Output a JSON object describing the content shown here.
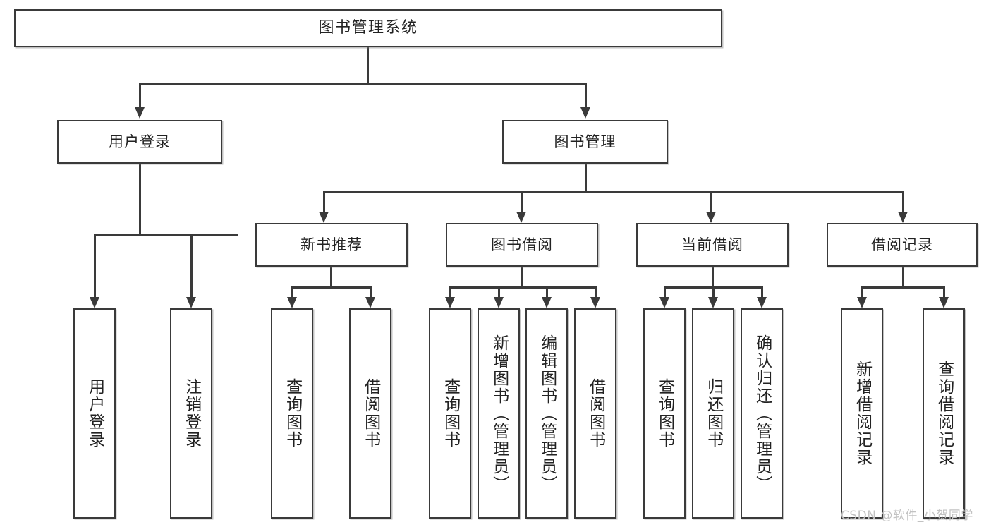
{
  "diagram": {
    "type": "tree-hierarchy",
    "title": "图书管理系统",
    "orientation": "top-down",
    "colors": {
      "stroke": "#3a3a3a",
      "fill": "#ffffff",
      "text": "#222222",
      "watermark": "#c2c2c2"
    }
  },
  "nodes": {
    "root": {
      "label": "图书管理系统",
      "level": 1
    },
    "user_login": {
      "label": "用户登录",
      "level": 2
    },
    "book_manage": {
      "label": "图书管理",
      "level": 2
    },
    "new_book_rec": {
      "label": "新书推荐",
      "level": 3
    },
    "book_borrow": {
      "label": "图书借阅",
      "level": 3
    },
    "current_borrow": {
      "label": "当前借阅",
      "level": 3
    },
    "borrow_record": {
      "label": "借阅记录",
      "level": 3
    },
    "leaf_user_login": {
      "label": "用户登录",
      "level": 4
    },
    "leaf_logout": {
      "label": "注销登录",
      "level": 4
    },
    "leaf_query_book_1": {
      "label": "查询图书",
      "level": 4
    },
    "leaf_borrow_book_1": {
      "label": "借阅图书",
      "level": 4
    },
    "leaf_query_book_2": {
      "label": "查询图书",
      "level": 4
    },
    "leaf_add_book": {
      "label": "新增图书（管理员）",
      "level": 4
    },
    "leaf_edit_book": {
      "label": "编辑图书（管理员）",
      "level": 4
    },
    "leaf_borrow_book_2": {
      "label": "借阅图书",
      "level": 4
    },
    "leaf_query_book_3": {
      "label": "查询图书",
      "level": 4
    },
    "leaf_return_book": {
      "label": "归还图书",
      "level": 4
    },
    "leaf_confirm_return": {
      "label": "确认归还（管理员）",
      "level": 4
    },
    "leaf_add_record": {
      "label": "新增借阅记录",
      "level": 4
    },
    "leaf_query_record": {
      "label": "查询借阅记录",
      "level": 4
    }
  },
  "edges": [
    {
      "from": "root",
      "to": "user_login"
    },
    {
      "from": "root",
      "to": "book_manage"
    },
    {
      "from": "user_login",
      "to": "leaf_user_login"
    },
    {
      "from": "user_login",
      "to": "leaf_logout"
    },
    {
      "from": "book_manage",
      "to": "new_book_rec"
    },
    {
      "from": "book_manage",
      "to": "book_borrow"
    },
    {
      "from": "book_manage",
      "to": "current_borrow"
    },
    {
      "from": "book_manage",
      "to": "borrow_record"
    },
    {
      "from": "new_book_rec",
      "to": "leaf_query_book_1"
    },
    {
      "from": "new_book_rec",
      "to": "leaf_borrow_book_1"
    },
    {
      "from": "book_borrow",
      "to": "leaf_query_book_2"
    },
    {
      "from": "book_borrow",
      "to": "leaf_add_book"
    },
    {
      "from": "book_borrow",
      "to": "leaf_edit_book"
    },
    {
      "from": "book_borrow",
      "to": "leaf_borrow_book_2"
    },
    {
      "from": "current_borrow",
      "to": "leaf_query_book_3"
    },
    {
      "from": "current_borrow",
      "to": "leaf_return_book"
    },
    {
      "from": "current_borrow",
      "to": "leaf_confirm_return"
    },
    {
      "from": "borrow_record",
      "to": "leaf_add_record"
    },
    {
      "from": "borrow_record",
      "to": "leaf_query_record"
    }
  ],
  "watermark": {
    "text": "CSDN @软件_小贺同学"
  }
}
